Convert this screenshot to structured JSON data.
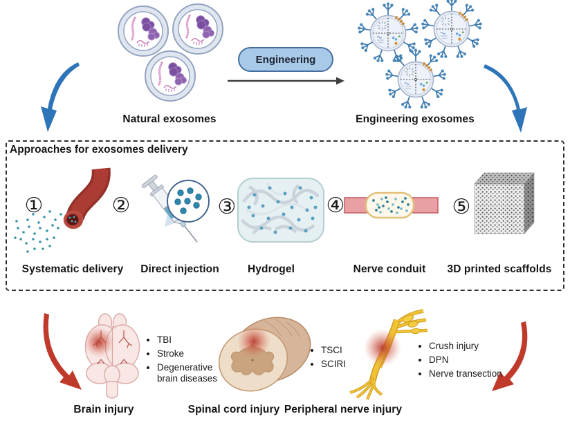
{
  "top": {
    "natural_exosomes_label": "Natural exosomes",
    "engineering_button_label": "Engineering",
    "engineering_exosomes_label": "Engineering exosomes"
  },
  "approaches_box": {
    "title": "Approaches for exosomes delivery",
    "items": [
      {
        "number": "①",
        "label": "Systematic delivery"
      },
      {
        "number": "②",
        "label": "Direct injection"
      },
      {
        "number": "③",
        "label": "Hydrogel"
      },
      {
        "number": "④",
        "label": "Nerve conduit"
      },
      {
        "number": "⑤",
        "label": "3D printed scaffolds"
      }
    ]
  },
  "injury_targets": [
    {
      "label": "Brain injury",
      "bullets": [
        "TBI",
        "Stroke",
        "Degenerative brain diseases"
      ]
    },
    {
      "label": "Spinal cord injury",
      "bullets": [
        "TSCI",
        "SCIRI"
      ]
    },
    {
      "label": "Peripheral nerve injury",
      "bullets": [
        "Crush injury",
        "DPN",
        "Nerve transection"
      ]
    }
  ],
  "icons": {
    "natural_exosome": "exosome-vesicle-icon",
    "engineered_exosome": "engineered-exosome-icon",
    "systematic_delivery": "blood-vessel-icon",
    "direct_injection": "syringe-icon",
    "hydrogel": "hydrogel-icon",
    "nerve_conduit": "nerve-conduit-icon",
    "scaffold": "porous-scaffold-icon",
    "brain": "brain-icon",
    "spinal_cord": "spinal-cord-icon",
    "peripheral_nerve": "peripheral-nerve-icon"
  },
  "colors": {
    "blue_arrow": "#2e74b8",
    "red_arrow": "#c03a2b",
    "button_fill": "#a9c9e9",
    "button_border": "#44709f",
    "vessel_red": "#a5342d",
    "nerve_yellow": "#f2c535",
    "conduit_pink": "#e8a0a4"
  }
}
